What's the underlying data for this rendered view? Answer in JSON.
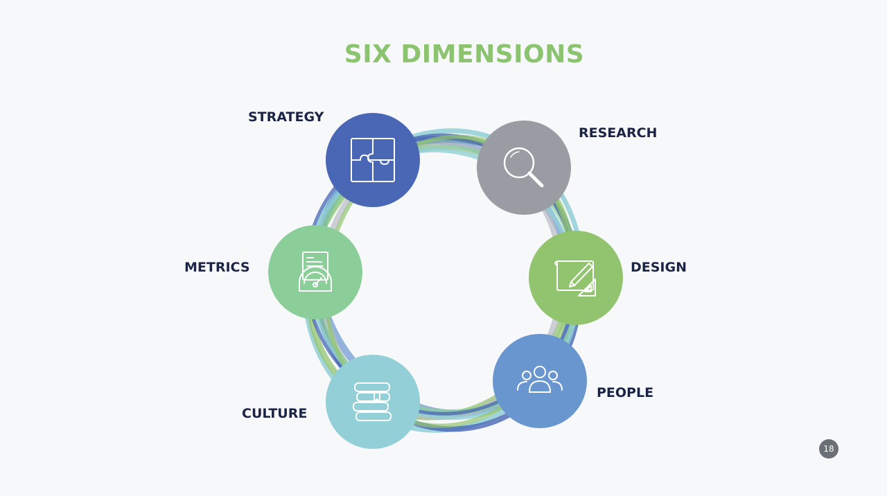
{
  "slide": {
    "title": "SIX DIMENSIONS",
    "page_number": "18"
  },
  "dimensions": [
    {
      "id": "strategy",
      "label": "STRATEGY",
      "icon": "puzzle-icon",
      "color": "#4a67b5"
    },
    {
      "id": "research",
      "label": "RESEARCH",
      "icon": "magnifier-icon",
      "color": "#9a9ca3"
    },
    {
      "id": "design",
      "label": "DESIGN",
      "icon": "blueprint-icon",
      "color": "#92c46f"
    },
    {
      "id": "people",
      "label": "PEOPLE",
      "icon": "team-icon",
      "color": "#6a96cf"
    },
    {
      "id": "culture",
      "label": "CULTURE",
      "icon": "books-icon",
      "color": "#92cfd6"
    },
    {
      "id": "metrics",
      "label": "METRICS",
      "icon": "gauge-report-icon",
      "color": "#8cce9a"
    }
  ],
  "ring_colors": [
    "#4a67b5",
    "#6a96cf",
    "#92c46f",
    "#92cfd6",
    "#8cce9a",
    "#b9bcc4"
  ]
}
